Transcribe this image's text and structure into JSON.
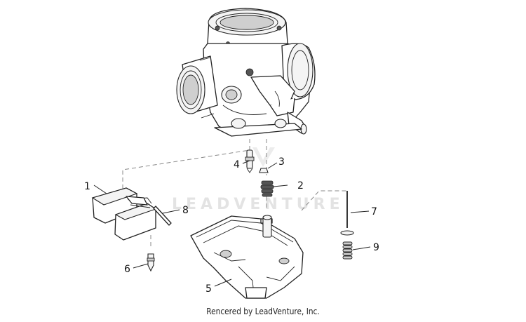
{
  "watermark": "LEADVENTURE",
  "footer_text": "Rencered by LeadVenture, Inc.",
  "callouts": {
    "c1": "1",
    "c2": "2",
    "c3": "3",
    "c4": "4",
    "c5": "5",
    "c6": "6",
    "c7": "7",
    "c8": "8",
    "c9": "9"
  }
}
